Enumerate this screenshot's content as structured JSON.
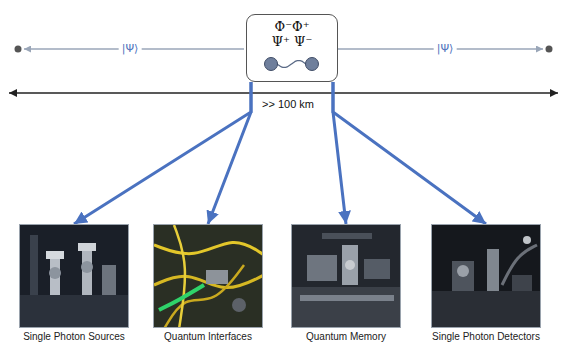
{
  "diagram": {
    "nodes": [
      {
        "text": [
          "Φ⁻Φ⁺",
          "Ψ⁺ Ψ⁻"
        ]
      },
      {
        "text": [
          "Single Photon Sources"
        ]
      },
      {
        "text": [
          "Quantum Interfaces"
        ]
      },
      {
        "text": [
          "Quantum Memory"
        ]
      },
      {
        "text": [
          "Single Photon Detectors"
        ]
      }
    ],
    "edges": [
      {
        "from": 0,
        "to": 1,
        "arrow": "to"
      },
      {
        "from": 0,
        "to": 2,
        "arrow": "to"
      },
      {
        "from": 0,
        "to": 3,
        "arrow": "to"
      },
      {
        "from": 0,
        "to": 4,
        "arrow": "to"
      }
    ],
    "labels": [
      "|Ψ⟩",
      "|Ψ⟩",
      ">> 100 km"
    ]
  }
}
